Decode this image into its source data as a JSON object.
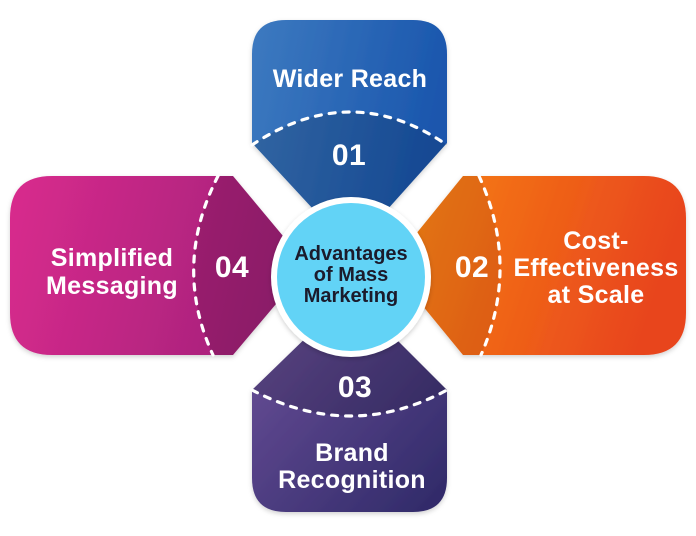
{
  "center": {
    "title_lines": [
      "Advantages",
      "of Mass",
      "Marketing"
    ],
    "fill": "#62d3f6",
    "ring_color": "#ffffff",
    "text_color": "#1b1b2c"
  },
  "petals": {
    "top": {
      "number": "01",
      "label_lines": [
        "Wider Reach"
      ],
      "color_start": "#3d7ac0",
      "color_end": "#1a56ad"
    },
    "right": {
      "number": "02",
      "label_lines": [
        "Cost-",
        "Effectiveness",
        "at Scale"
      ],
      "color_start": "#f8860f",
      "color_end": "#e8441f"
    },
    "bottom": {
      "number": "03",
      "label_lines": [
        "Brand",
        "Recognition"
      ],
      "color_start": "#6f529c",
      "color_end": "#2e2967"
    },
    "left": {
      "number": "04",
      "label_lines": [
        "Simplified",
        "Messaging"
      ],
      "color_start": "#d92b8d",
      "color_end": "#a2217a"
    }
  }
}
